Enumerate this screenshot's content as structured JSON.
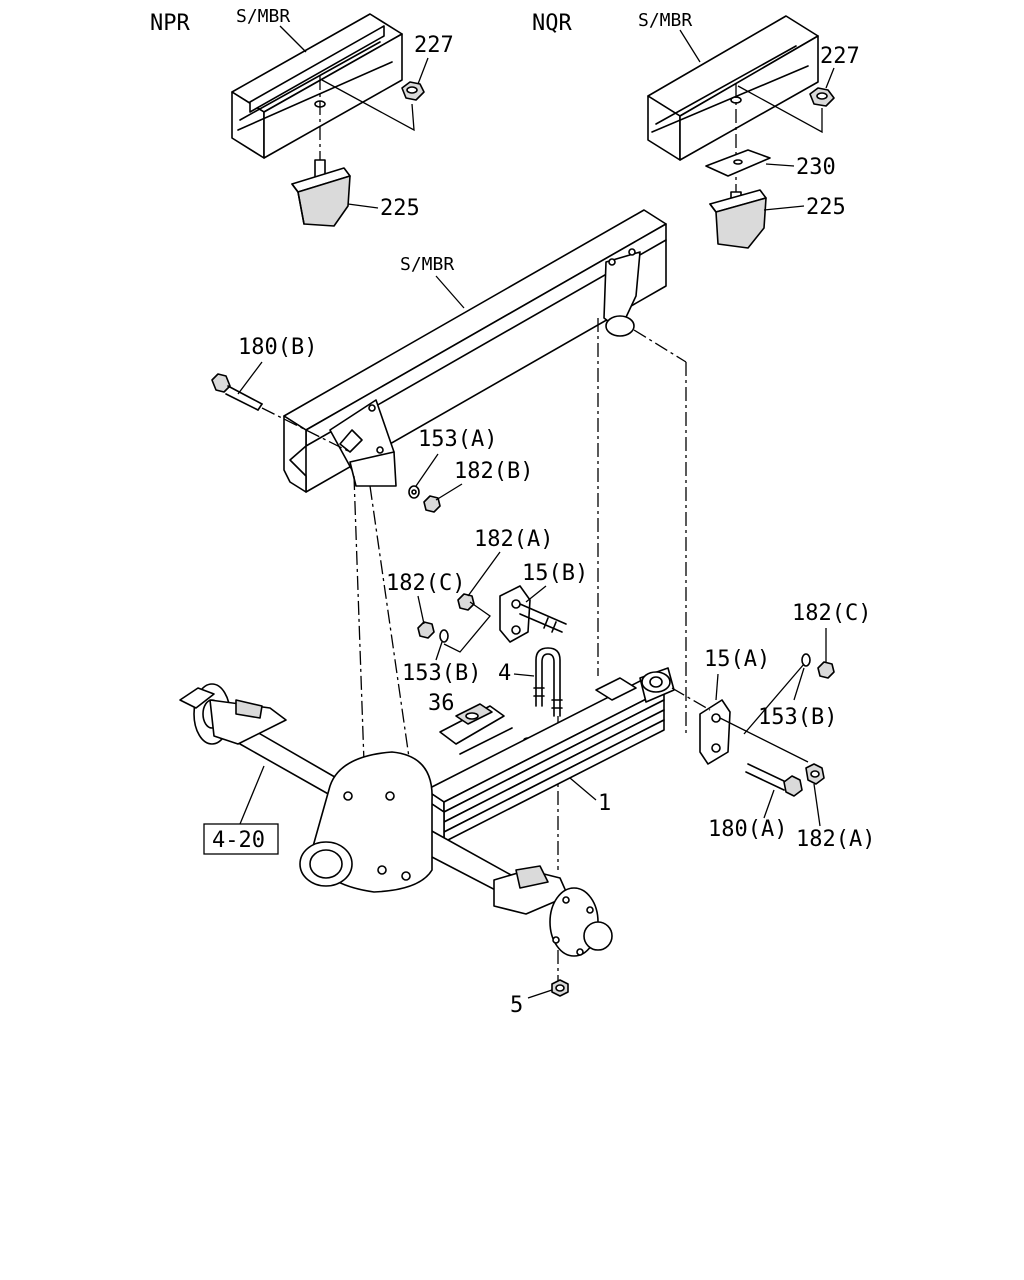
{
  "variants": {
    "left": "NPR",
    "right": "NQR"
  },
  "callouts": {
    "smbr_npr": "S/MBR",
    "smbr_nqr": "S/MBR",
    "smbr_main": "S/MBR",
    "p227_npr": "227",
    "p227_nqr": "227",
    "p225_npr": "225",
    "p225_nqr": "225",
    "p230": "230",
    "p180b": "180(B)",
    "p153a": "153(A)",
    "p182b": "182(B)",
    "p182a_top": "182(A)",
    "p15b": "15(B)",
    "p182c_left": "182(C)",
    "p153b_left": "153(B)",
    "p4": "4",
    "p36": "36",
    "p15a": "15(A)",
    "p182c_right": "182(C)",
    "p153b_right": "153(B)",
    "p1": "1",
    "p180a": "180(A)",
    "p182a_bottom": "182(A)",
    "p5": "5",
    "ref_box": "4-20"
  }
}
